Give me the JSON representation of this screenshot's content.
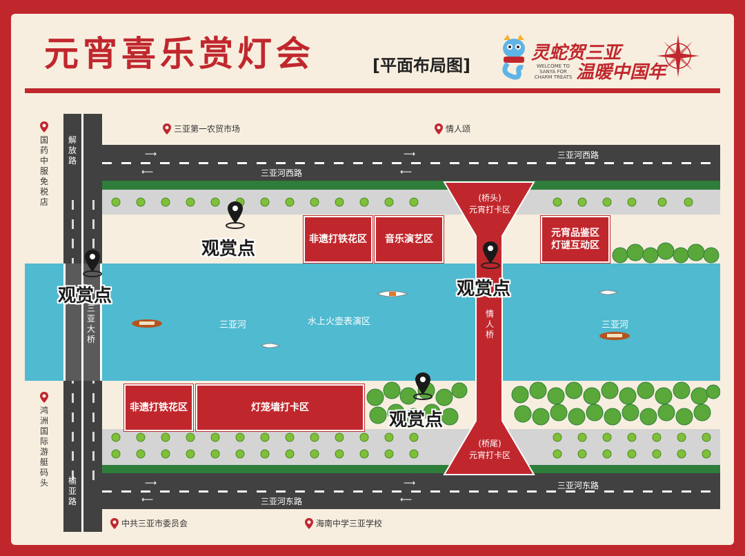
{
  "header": {
    "title": "元宵喜乐赏灯会",
    "subtitle": "[平面布局图]",
    "slogan_line1": "灵蛇贺三亚",
    "slogan_line2": "温暖中国年",
    "welcome_text": "WELCOME TO SANYA FOR CHARM TREATS"
  },
  "roads": {
    "top_h1": "三亚河西路",
    "top_h2": "三亚河西路",
    "bottom_h1": "三亚河东路",
    "bottom_h2": "三亚河东路",
    "left_v_top": "解放路",
    "left_v_bottom": "榆亚路",
    "bridge_left": "三亚大桥"
  },
  "landmarks": {
    "top_1": "三亚第一农贸市场",
    "top_2": "情人颂",
    "left_top": "国药中服免税店",
    "left_bottom": "鸿洲国际游艇码头",
    "bottom_1": "中共三亚市委员会",
    "bottom_2": "海南中学三亚学校"
  },
  "zones": {
    "tiehua_top": "非遗打铁花区",
    "music": "音乐演艺区",
    "yuanxiao_line1": "元宵品鉴区",
    "yuanxiao_line2": "灯谜互动区",
    "tiehua_bottom": "非遗打铁花区",
    "lantern_wall": "灯笼墙打卡区",
    "bridge_head_line1": "(桥头)",
    "bridge_head_line2": "元宵打卡区",
    "bridge_tail_line1": "(桥尾)",
    "bridge_tail_line2": "元宵打卡区",
    "bridge_name": "情人桥"
  },
  "river": {
    "name_left": "三亚河",
    "name_right": "三亚河",
    "show_zone": "水上火壶表演区"
  },
  "viewpoints": {
    "vp1": "观赏点",
    "vp2": "观赏点",
    "vp3": "观赏点",
    "vp4": "观赏点"
  },
  "colors": {
    "brand_red": "#c0272d",
    "river": "#4fbad0",
    "road": "#414141",
    "lawn": "#2f7d3b"
  }
}
